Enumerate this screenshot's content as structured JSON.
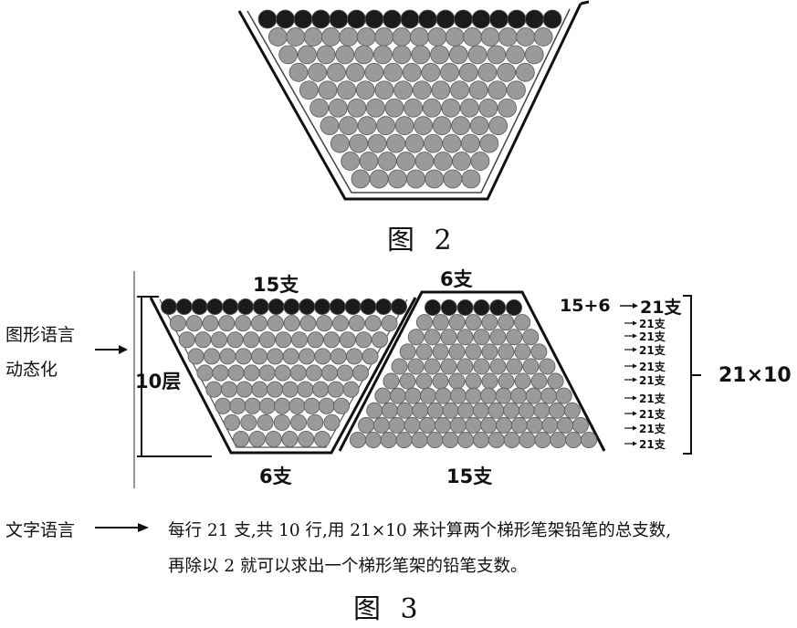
{
  "figure2": {
    "caption": "图 2"
  },
  "figure3": {
    "caption": "图 3",
    "side_label": "图形语言\n动态化",
    "left_top_count": "15支",
    "right_top_count": "6支",
    "left_bottom_count": "6支",
    "right_bottom_count": "15支",
    "layers_label": "10层",
    "first_row_note": "15+6",
    "first_row_total": "21支",
    "row_labels": [
      "21支",
      "21支",
      "21支",
      "21支",
      "21支",
      "21支",
      "21支",
      "21支",
      "21支"
    ],
    "product_label": "21×10"
  },
  "text_language": {
    "label": "文字语言",
    "line1": "每行 21 支,共 10 行,用 21×10 来计算两个梯形笔架铅笔的总支数,",
    "line2": "再除以 2 就可以求出一个梯形笔架的铅笔支数。"
  },
  "colors": {
    "pencil_gray": "#9a9a9a",
    "pencil_dark": "#1b1b1b",
    "outline": "#111111"
  }
}
